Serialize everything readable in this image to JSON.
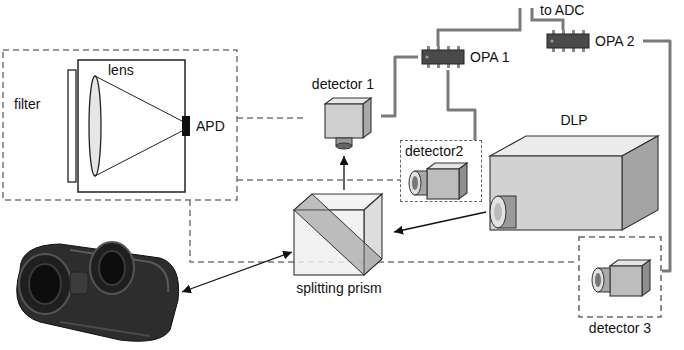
{
  "diagram": {
    "nodes": [
      {
        "text": [
          "OPA 1"
        ]
      },
      {
        "text": [
          "OPA 2"
        ]
      },
      {
        "text": [
          "detector 1"
        ]
      },
      {
        "text": [
          "detector2"
        ]
      },
      {
        "text": [
          "DLP"
        ]
      },
      {
        "text": [
          "splitting prism"
        ]
      },
      {
        "text": [
          "detector 3"
        ]
      }
    ],
    "edges": [
      {
        "from": 5,
        "to": 2,
        "arrow": "to"
      },
      {
        "from": 4,
        "to": 5,
        "arrow": "to"
      },
      {
        "from": 0,
        "to": 2,
        "arrow": "none"
      },
      {
        "from": 0,
        "to": 3,
        "arrow": "none"
      },
      {
        "from": 1,
        "to": 6,
        "arrow": "none"
      }
    ],
    "labels": [
      "to ADC",
      "filter",
      "lens",
      "APD"
    ]
  }
}
